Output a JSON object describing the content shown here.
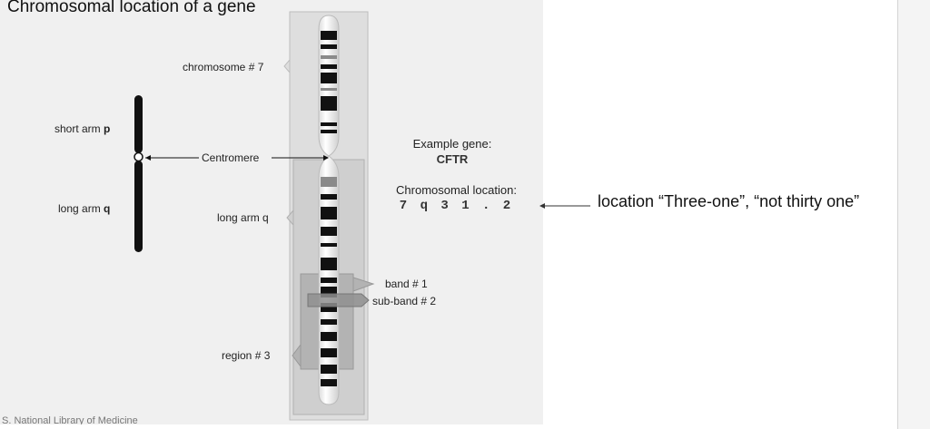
{
  "title": "Chromosomal location of a gene",
  "labels": {
    "chromosome": "chromosome # 7",
    "short_arm_text": "short arm ",
    "short_arm_letter": "p",
    "long_arm_text": "long arm ",
    "long_arm_letter": "q",
    "centromere": "Centromere",
    "long_arm_right": "long arm q",
    "band": "band # 1",
    "sub_band": "sub-band # 2",
    "region": "region # 3"
  },
  "gene": {
    "label": "Example gene:",
    "name": "CFTR",
    "location_label": "Chromosomal location:",
    "location_value": "7 q 3 1 . 2"
  },
  "credit": "S. National Library of Medicine",
  "annotation": {
    "note": "location “Three-one”, “not thirty one”"
  },
  "colors": {
    "band_dark": "#111111",
    "band_gray": "#8a8a8a",
    "highlight_box": "#c9c9c9",
    "inner_box": "#9a9a9a"
  }
}
